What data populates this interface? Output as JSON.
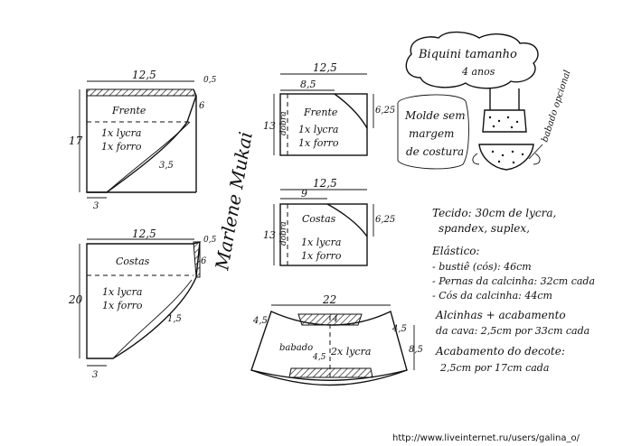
{
  "title": {
    "line1": "Biquini tamanho",
    "line2": "4 anos"
  },
  "molde_note": {
    "line1": "Molde sem",
    "line2": "margem",
    "line3": "de costura"
  },
  "babado_opcional": "babado opcional",
  "signature": "Marlene Mukai",
  "frente_panel": {
    "name": "Frente",
    "qty1": "1x lycra",
    "qty2": "1x forro",
    "width": "12,5",
    "height": "17",
    "corner": "0,5",
    "top_drop": "6",
    "curve": "3,5",
    "bottom": "3"
  },
  "costas_panel": {
    "name": "Costas",
    "qty1": "1x lycra",
    "qty2": "1x forro",
    "width": "12,5",
    "height": "20",
    "corner": "0,5",
    "top_drop": "6",
    "curve": "1,5",
    "bottom": "3"
  },
  "top_frente": {
    "name": "Frente",
    "fold": "dobra",
    "qty1": "1x lycra",
    "qty2": "1x forro",
    "width": "12,5",
    "inner": "8,5",
    "height": "13",
    "side": "6,25"
  },
  "top_costas": {
    "name": "Costas",
    "fold": "dobra",
    "qty1": "1x lycra",
    "qty2": "1x forro",
    "width": "12,5",
    "inner": "9",
    "height": "13",
    "side": "6,25"
  },
  "babado": {
    "name": "babado",
    "qty": "2x lycra",
    "width": "22",
    "left_slant": "4,5",
    "right_slant": "4,5",
    "height": "4,5",
    "side": "8,5",
    "top_small": "4"
  },
  "fabric": {
    "tecido": "Tecido: 30cm de lycra,",
    "tecido2": "spandex, suplex,",
    "elastico": "Elástico:",
    "e1": "- bustiê (cós): 46cm",
    "e2": "- Pernas da calcinha: 32cm cada",
    "e3": "- Cós da calcinha: 44cm",
    "alcinhas": "Alcinhas + acabamento",
    "alcinhas2": "da cava: 2,5cm por 33cm cada",
    "decote": "Acabamento do decote:",
    "decote2": "2,5cm por 17cm cada"
  },
  "watermark": "http://www.liveinternet.ru/users/galina_o/"
}
